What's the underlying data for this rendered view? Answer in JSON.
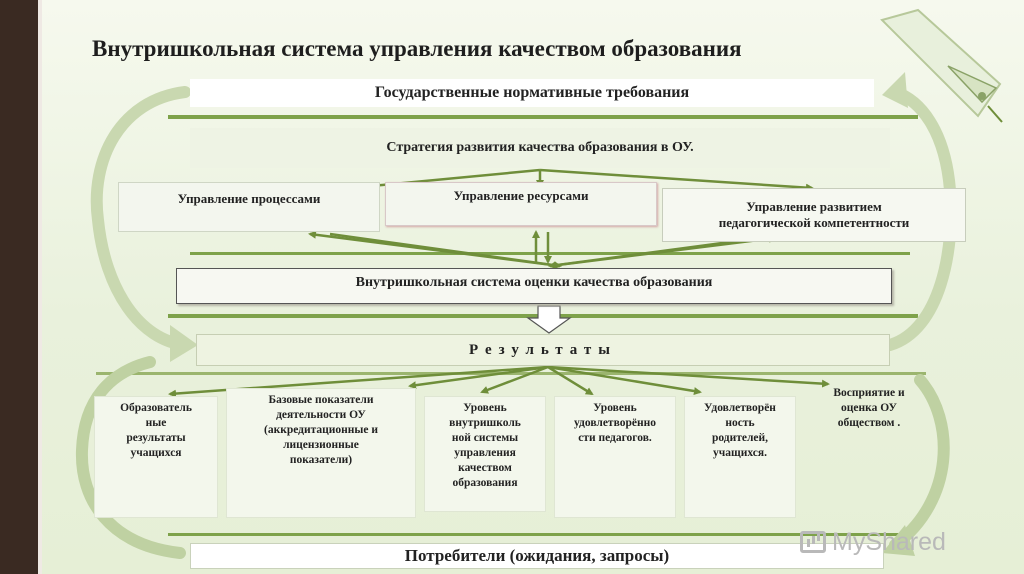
{
  "title": "Внутришкольная  система управления качеством образования",
  "gos_requirements": "Государственные нормативные требования",
  "strategy": "Стратегия развития качества образования в ОУ.",
  "management": {
    "processes": "Управление процессами",
    "resources": "Управление ресурсами",
    "competence_line1": "Управление развитием",
    "competence_line2": "педагогической компетентности"
  },
  "assessment_system": "Внутришкольная система оценки качества образования",
  "results_title": "Результаты",
  "results": [
    {
      "lines": [
        "Образователь",
        "ные",
        "результаты",
        "учащихся"
      ]
    },
    {
      "lines": [
        "Базовые показатели",
        "деятельности ОУ",
        "(аккредитационные и",
        "лицензионные",
        "показатели)"
      ]
    },
    {
      "lines": [
        "Уровень",
        "внутришколь",
        "ной системы",
        "управления",
        "качеством",
        "образования"
      ]
    },
    {
      "lines": [
        "Уровень",
        "удовлетворённо",
        "сти педагогов."
      ]
    },
    {
      "lines": [
        "Удовлетворён",
        "ность",
        "родителей,",
        "учащихся."
      ]
    },
    {
      "lines": [
        "Восприятие и",
        "оценка ОУ",
        "обществом ."
      ]
    }
  ],
  "consumers": "Потребители (ожидания, запросы)",
  "watermark": "MyShared",
  "colors": {
    "arrow": "#6f8e3a",
    "band": "#7ea24a",
    "sidebar": "#3a2a22"
  }
}
